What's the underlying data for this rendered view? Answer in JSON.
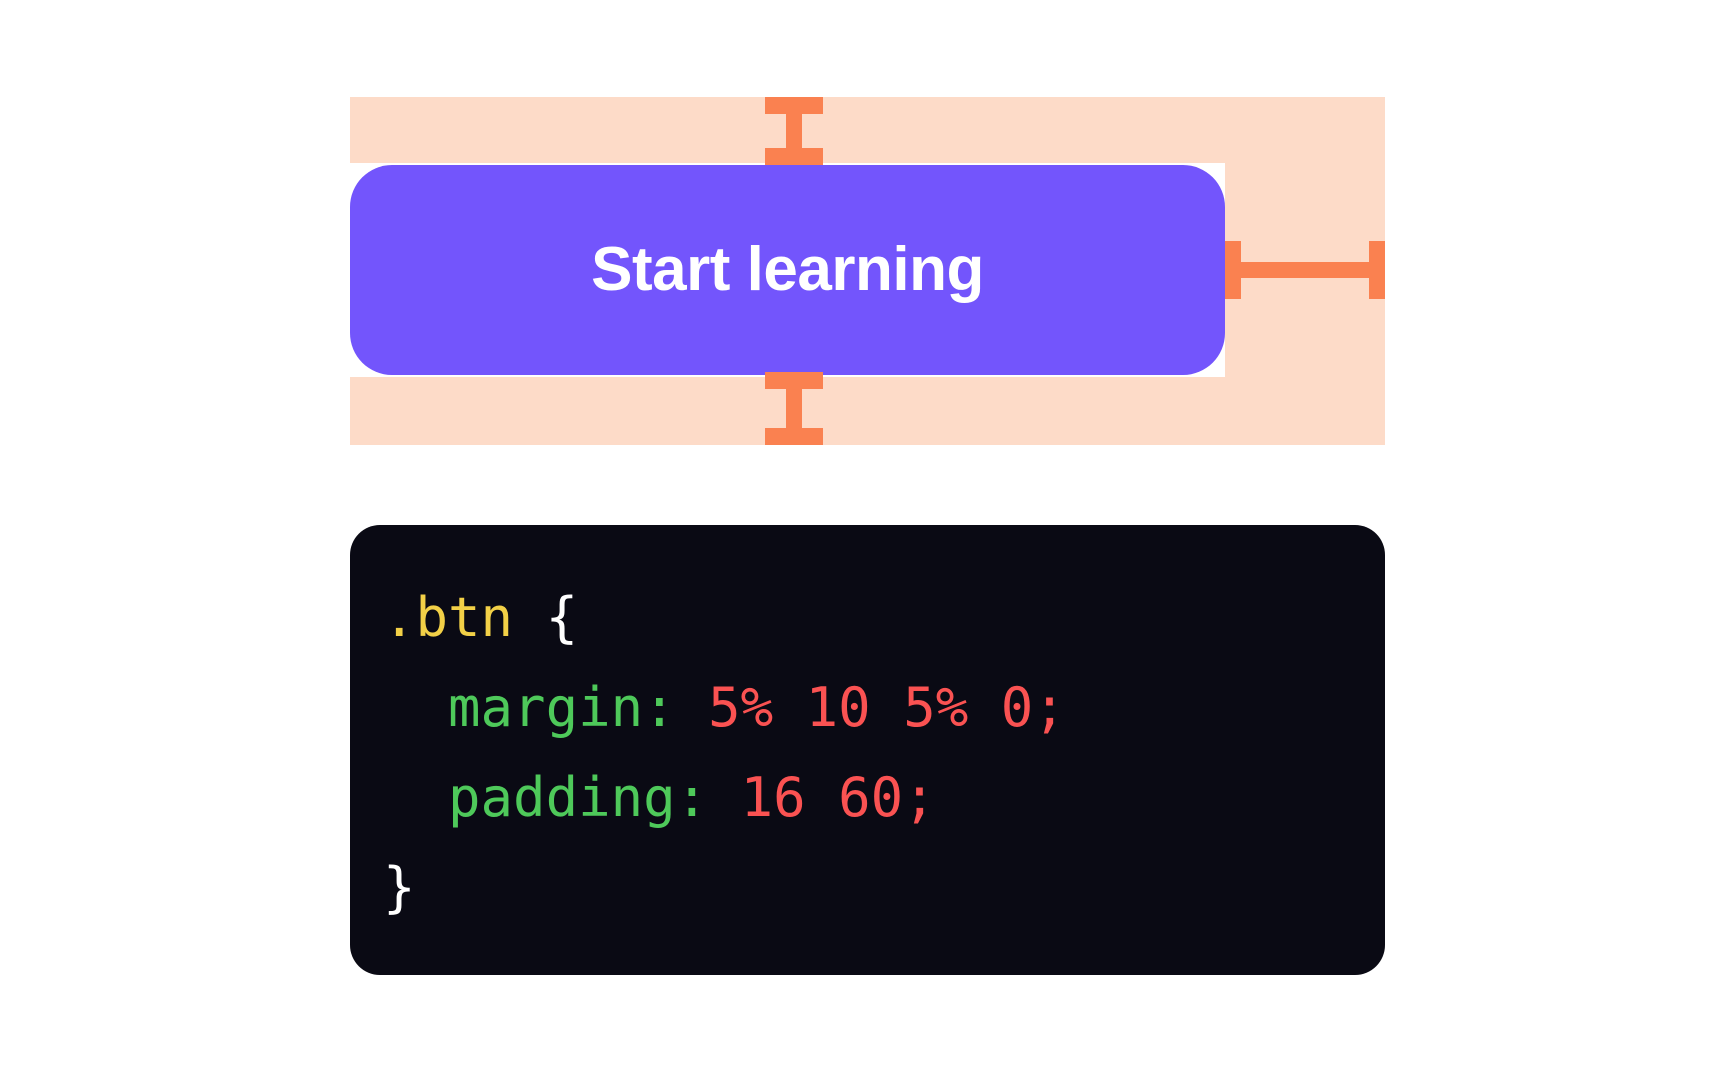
{
  "demo": {
    "button": {
      "label": "Start learning",
      "background_color": "#7355FC",
      "text_color": "#FFFFFF"
    },
    "margin_box": {
      "color": "#FDDBC8"
    },
    "content_box": {
      "color": "#FFFFFF"
    },
    "markers": {
      "color": "#FA8150",
      "top": "margin-top-marker",
      "bottom": "margin-bottom-marker",
      "right": "margin-right-marker"
    }
  },
  "code": {
    "background_color": "#0A0A14",
    "colors": {
      "selector": "#F2D047",
      "punctuation": "#FFFFFF",
      "property": "#4EC95A",
      "value": "#FA5252"
    },
    "lines": [
      {
        "selector": ".btn",
        "open_brace": "{"
      },
      {
        "property": "margin:",
        "value": "5% 10 5% 0;"
      },
      {
        "property": "padding:",
        "value": "16 60;"
      },
      {
        "close_brace": "}"
      }
    ]
  }
}
